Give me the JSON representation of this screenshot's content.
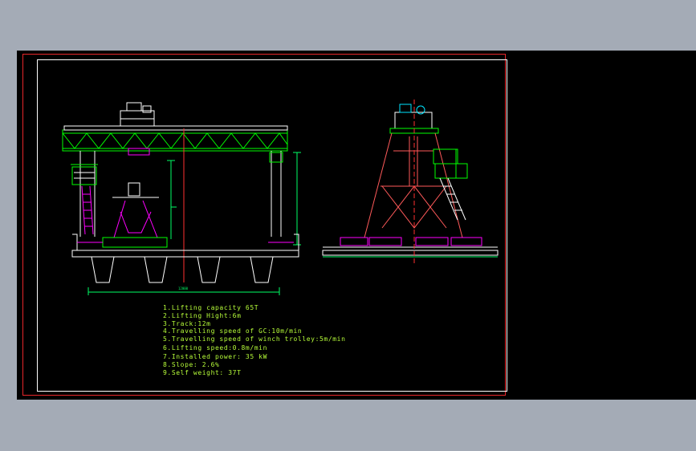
{
  "viewport": {
    "background": "#000000",
    "frame_color": "#e8262a",
    "border_color": "#ffffff"
  },
  "colors": {
    "structure": "#ffffff",
    "steel": "#00ff00",
    "rails": "#ff00ff",
    "cut": "#ff3030",
    "dims": "#00ff66",
    "notes": "#b8ff3a",
    "equipment": "#00e5ff"
  },
  "drawing": {
    "front_view_label": "front-elevation",
    "side_view_label": "side-elevation",
    "dimensions": {
      "span_label": "12000"
    }
  },
  "notes": [
    "1.Lifting capacity 65T",
    "2.Lifting Hight:6m",
    "3.Track:12m",
    "4.Travelling speed of GC:10m/min",
    "5.Travelling speed of winch trolley:5m/min",
    "6.Lifting speed:0.8m/min",
    "7.Installed power: 35 kW",
    "8.Slope: 2.6%",
    "9.Self weight: 37T"
  ]
}
